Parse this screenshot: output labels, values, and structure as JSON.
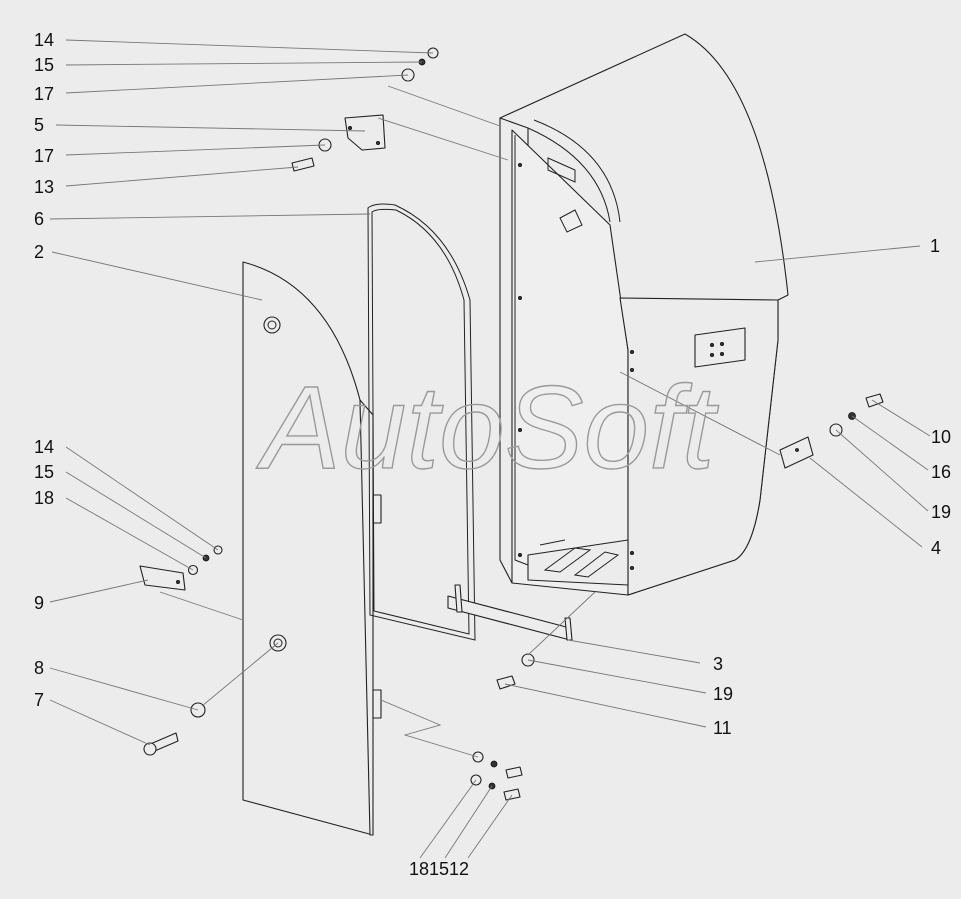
{
  "labels": {
    "l1": "1",
    "l2": "2",
    "l3": "3",
    "l4": "4",
    "l5": "5",
    "l6": "6",
    "l7": "7",
    "l8": "8",
    "l9": "9",
    "l10": "10",
    "l11": "11",
    "l13": "13",
    "l14a": "14",
    "l14b": "14",
    "l15a": "15",
    "l15b": "15",
    "l16": "16",
    "l17a": "17",
    "l17b": "17",
    "l18": "18",
    "l19a": "19",
    "l19b": "19",
    "l_bottom": "181512"
  },
  "watermark": "AutoSoft"
}
